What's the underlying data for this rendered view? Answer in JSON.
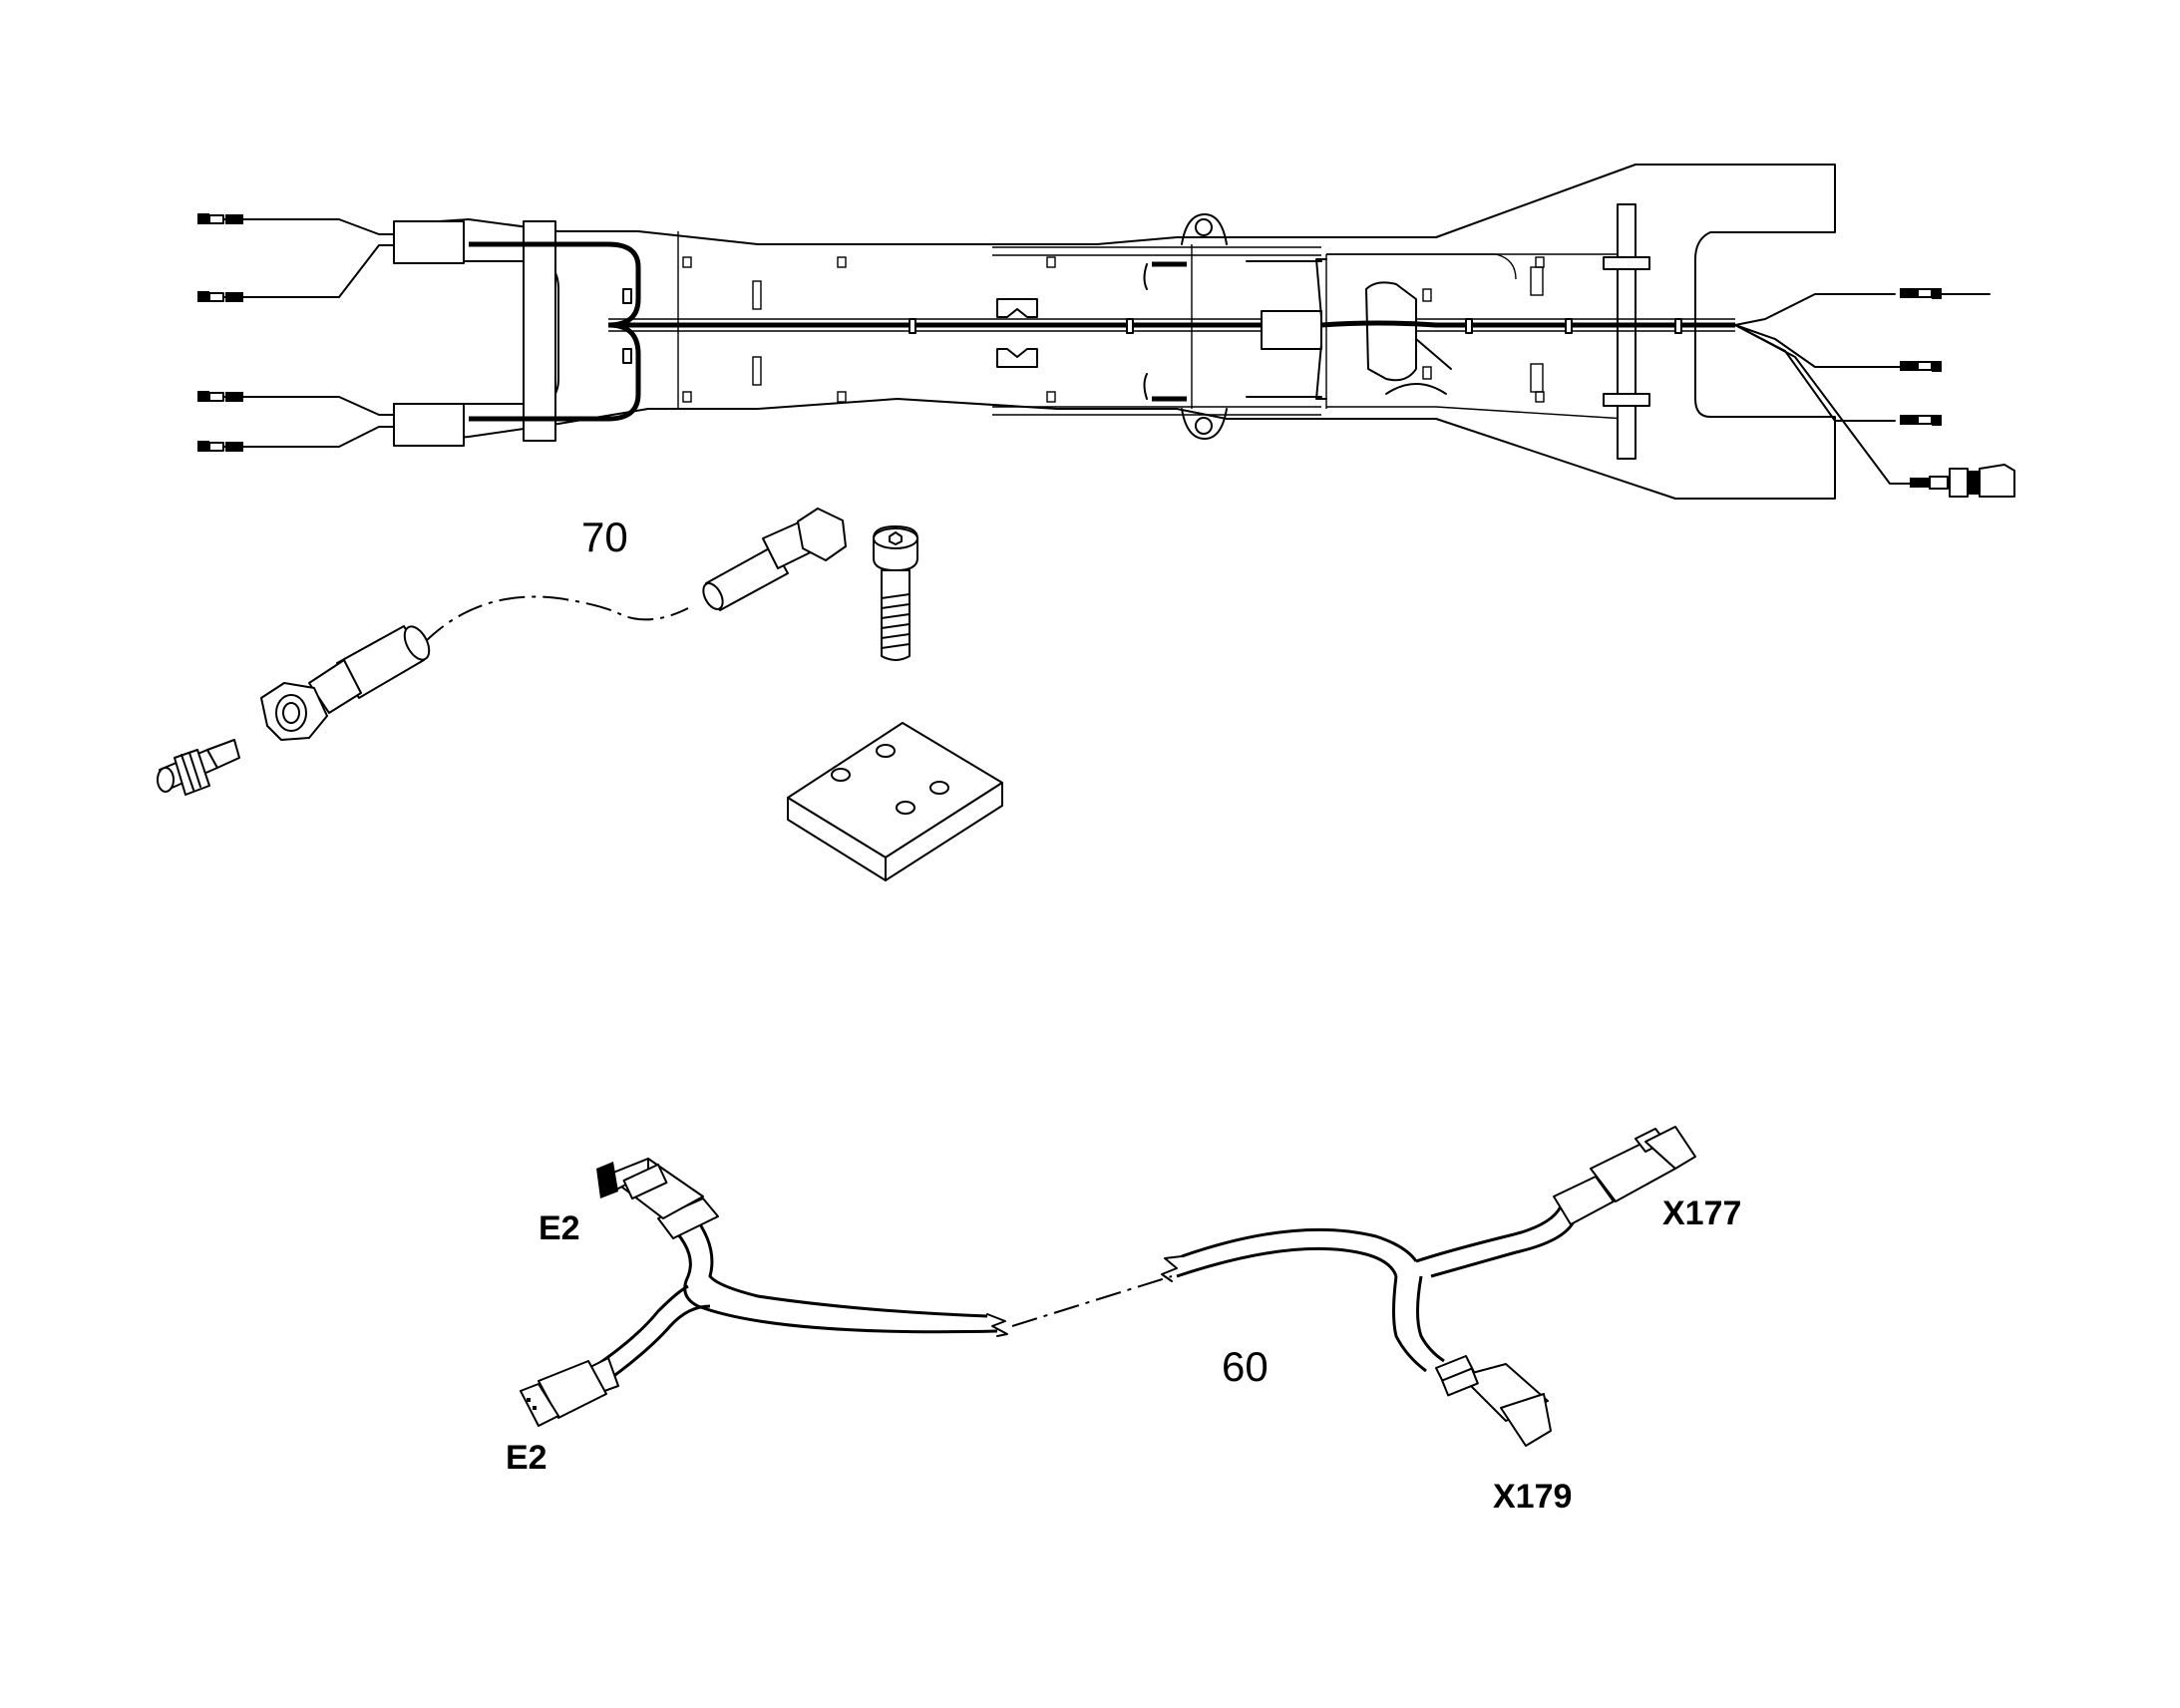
{
  "labels": {
    "item_70": "70",
    "item_60": "60",
    "conn_e2_top": "E2",
    "conn_e2_bottom": "E2",
    "conn_x177": "X177",
    "conn_x179": "X179"
  },
  "colors": {
    "line": "#000000",
    "background": "#ffffff"
  }
}
